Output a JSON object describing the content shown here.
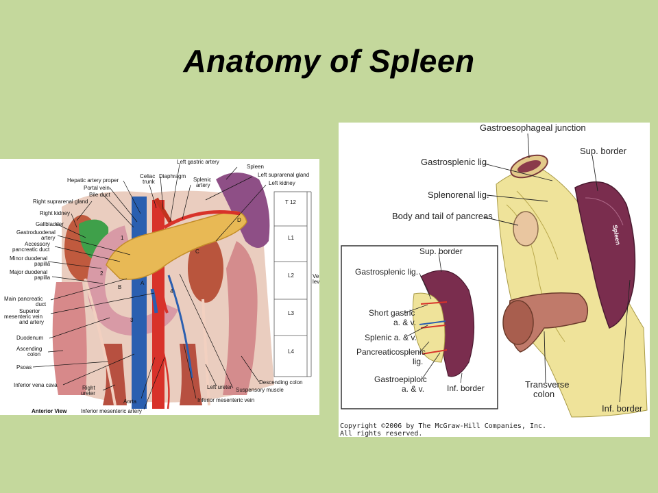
{
  "slide": {
    "title": "Anatomy of Spleen"
  },
  "left_figure": {
    "labels": {
      "hepatic_artery_proper": "Hepatic artery proper",
      "portal_vein": "Portal vein",
      "bile_duct": "Bile duct",
      "right_suprarenal_gland": "Right suprarenal gland",
      "right_kidney": "Right kidney",
      "gallbladder": "Gallbladder",
      "gastroduodenal_artery": [
        "Gastroduodenal",
        "artery"
      ],
      "accessory_pancreatic_duct": [
        "Accessory",
        "pancreatic duct"
      ],
      "minor_duodenal_papilla": [
        "Minor duodenal",
        "papilla"
      ],
      "major_duodenal_papilla": [
        "Major duodenal",
        "papilla"
      ],
      "main_pancreatic_duct": [
        "Main pancreatic",
        "duct"
      ],
      "superior_mesenteric": [
        "Superior",
        "mesenteric vein",
        "and artery"
      ],
      "duodenum": "Duodenum",
      "ascending_colon": [
        "Ascending",
        "colon"
      ],
      "psoas": "Psoas",
      "inferior_vena_cava": "Inferior vena cava",
      "right_ureter": [
        "Right",
        "ureter"
      ],
      "aorta": "Aorta",
      "inferior_mesenteric_artery": "Inferior mesenteric artery",
      "inferior_mesenteric_vein": "Inferior mesenteric vein",
      "suspensory_muscle": "Suspensory muscle",
      "left_ureter": "Left ureter",
      "descending_colon": "Descending colon",
      "celiac_trunk": [
        "Celiac",
        "trunk"
      ],
      "diaphragm": "Diaphragm",
      "left_gastric_artery": "Left gastric artery",
      "splenic_artery": [
        "Splenic",
        "artery"
      ],
      "spleen": "Spleen",
      "left_suprarenal_gland": "Left suprarenal gland",
      "left_kidney": "Left kidney",
      "vertebral_levels": [
        "Vertebral",
        "levels"
      ],
      "anterior_view": "Anterior View"
    },
    "vertebral_levels": [
      "T 12",
      "L1",
      "L2",
      "L3",
      "L4"
    ],
    "region_markers": [
      "1",
      "2",
      "3",
      "4",
      "A",
      "B",
      "C",
      "D"
    ]
  },
  "right_figure": {
    "labels": {
      "gastroesophageal_junction": "Gastroesophageal junction",
      "sup_border": "Sup. border",
      "gastrosplenic_lig": "Gastrosplenic lig.",
      "splenorenal_lig": "Splenorenal lig.",
      "body_tail_pancreas": "Body and tail of pancreas",
      "spleen": "Spleen",
      "transverse_colon": [
        "Transverse",
        "colon"
      ],
      "inf_border": "Inf. border"
    },
    "inset_labels": {
      "sup_border": "Sup. border",
      "gastrosplenic_lig": "Gastrosplenic lig.",
      "short_gastric": [
        "Short gastric",
        "a. & v."
      ],
      "splenic_av": "Splenic a. & v.",
      "pancreaticosplenic": [
        "Pancreaticosplenic",
        "lig."
      ],
      "gastroepiploic": [
        "Gastroepiploic",
        "a. & v."
      ],
      "inf_border": "Inf. border"
    },
    "copyright": [
      "Copyright ©2006 by The McGraw-Hill Companies, Inc.",
      "All rights reserved."
    ]
  },
  "colors": {
    "background": "#c4d89c",
    "pancreas": "#e8b955",
    "spleen": "#7a2d4e",
    "vein": "#2a5fb0",
    "artery": "#d8322a",
    "gallbladder": "#3fa04a",
    "ligament": "#efe39a"
  }
}
